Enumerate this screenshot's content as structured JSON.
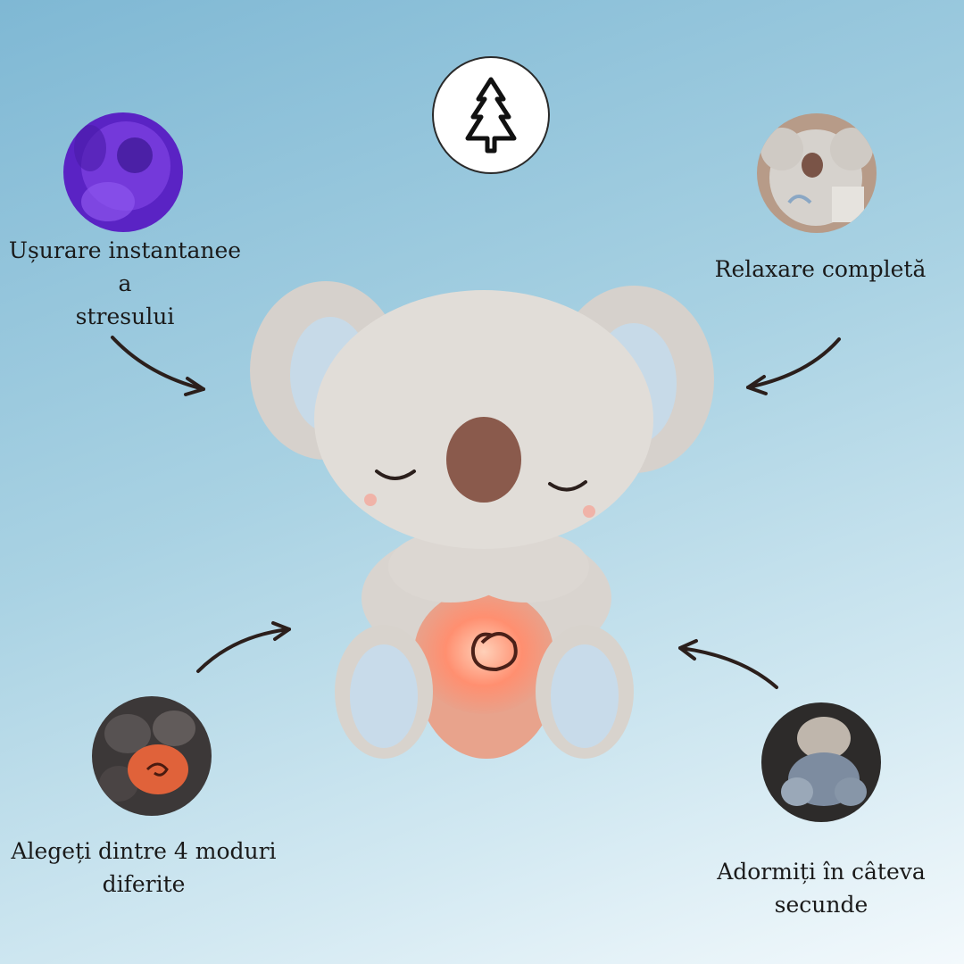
{
  "features": [
    {
      "id": "stress-relief",
      "lines": [
        "Ușurare instantanee a",
        "stresului"
      ]
    },
    {
      "id": "relaxation",
      "lines": [
        "Relaxare completă"
      ]
    },
    {
      "id": "modes",
      "lines": [
        "Alegeți dintre 4 moduri",
        "diferite"
      ]
    },
    {
      "id": "sleep",
      "lines": [
        "Adormiți în câteva",
        "secunde"
      ]
    }
  ],
  "logo": {
    "icon": "pine-tree-icon"
  },
  "product": {
    "name_icon": "koala-plush-image",
    "glow_color": "#ff8a6a"
  },
  "colors": {
    "text": "#1a1a1a",
    "arrow": "#2b1f1c",
    "purple_light": "#6a2fd0"
  }
}
